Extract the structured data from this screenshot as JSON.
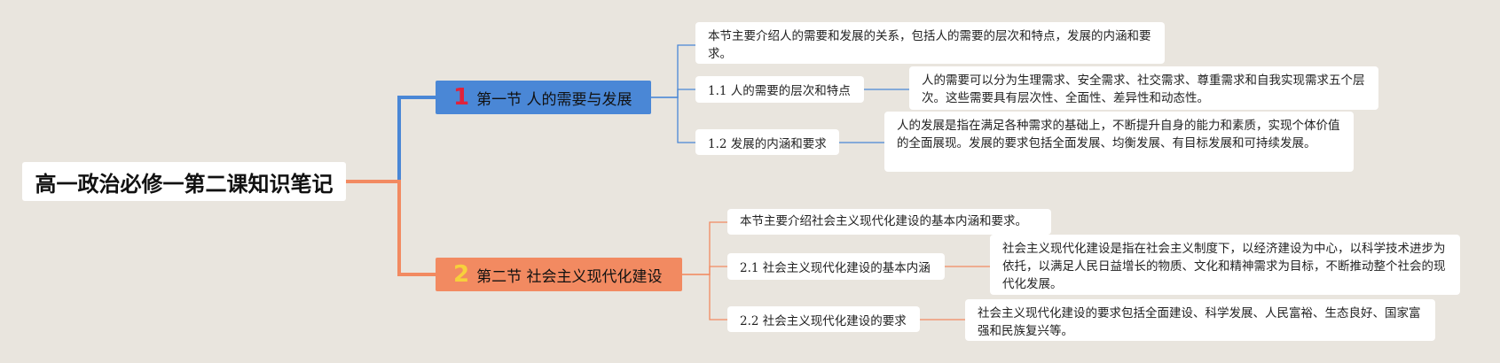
{
  "root": {
    "title": "高一政治必修一第二课知识笔记"
  },
  "sections": [
    {
      "number": "1",
      "title": "第一节 人的需要与发展",
      "color": "#4a87d6",
      "number_color": "#e0233b",
      "summary": "本节主要介绍人的需要和发展的关系，包括人的需要的层次和特点，发展的内涵和要求。",
      "topics": [
        {
          "label": "1.1 人的需要的层次和特点",
          "detail": "人的需要可以分为生理需求、安全需求、社交需求、尊重需求和自我实现需求五个层次。这些需要具有层次性、全面性、差异性和动态性。"
        },
        {
          "label": "1.2 发展的内涵和要求",
          "detail": "人的发展是指在满足各种需求的基础上，不断提升自身的能力和素质，实现个体价值的全面展现。发展的要求包括全面发展、均衡发展、有目标发展和可持续发展。"
        }
      ]
    },
    {
      "number": "2",
      "title": "第二节 社会主义现代化建设",
      "color": "#f28a61",
      "number_color": "#f7d03b",
      "summary": "本节主要介绍社会主义现代化建设的基本内涵和要求。",
      "topics": [
        {
          "label": "2.1 社会主义现代化建设的基本内涵",
          "detail": "社会主义现代化建设是指在社会主义制度下，以经济建设为中心，以科学技术进步为依托，以满足人民日益增长的物质、文化和精神需求为目标，不断推动整个社会的现代化发展。"
        },
        {
          "label": "2.2 社会主义现代化建设的要求",
          "detail": "社会主义现代化建设的要求包括全面建设、科学发展、人民富裕、生态良好、国家富强和民族复兴等。"
        }
      ]
    }
  ]
}
